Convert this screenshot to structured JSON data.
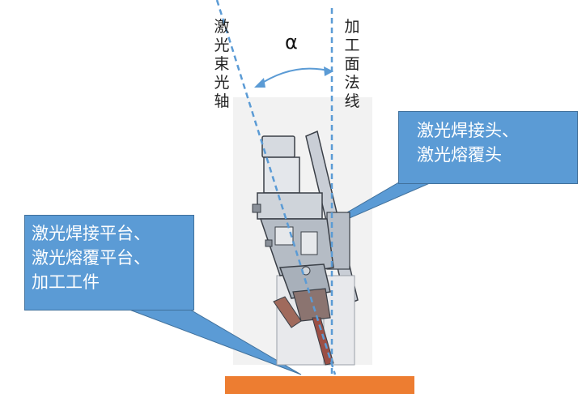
{
  "labels": {
    "beam_axis": "激光束光轴",
    "surface_normal": "加工面法线",
    "angle": "α"
  },
  "callouts": {
    "head": [
      "激光焊接头、",
      "激光熔覆头"
    ],
    "platform": [
      "激光焊接平台、",
      "激光熔覆平台、",
      "加工工件"
    ]
  },
  "colors": {
    "callout_fill": "#5b9bd5",
    "callout_border": "#41719c",
    "dashed_line": "#5b9bd5",
    "platform": "#ed7d31"
  }
}
